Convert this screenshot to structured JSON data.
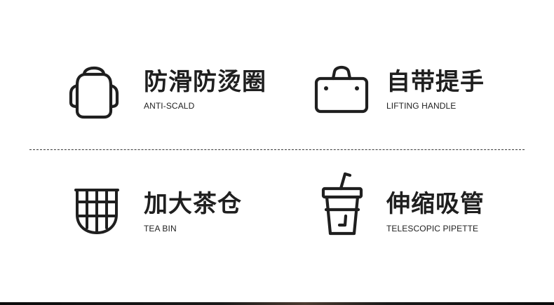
{
  "features": [
    {
      "icon": "backpack-icon",
      "title": "防滑防烫圈",
      "subtitle": "ANTI-SCALD"
    },
    {
      "icon": "bag-handle-icon",
      "title": "自带提手",
      "subtitle": "LIFTING HANDLE"
    },
    {
      "icon": "tea-bin-icon",
      "title": "加大茶仓",
      "subtitle": "TEA BIN"
    },
    {
      "icon": "cup-straw-icon",
      "title": "伸缩吸管",
      "subtitle": "TELESCOPIC PIPETTE"
    }
  ],
  "colors": {
    "text": "#1f1f1f",
    "icon": "#1f1f1f",
    "divider": "#3a3a3a"
  }
}
